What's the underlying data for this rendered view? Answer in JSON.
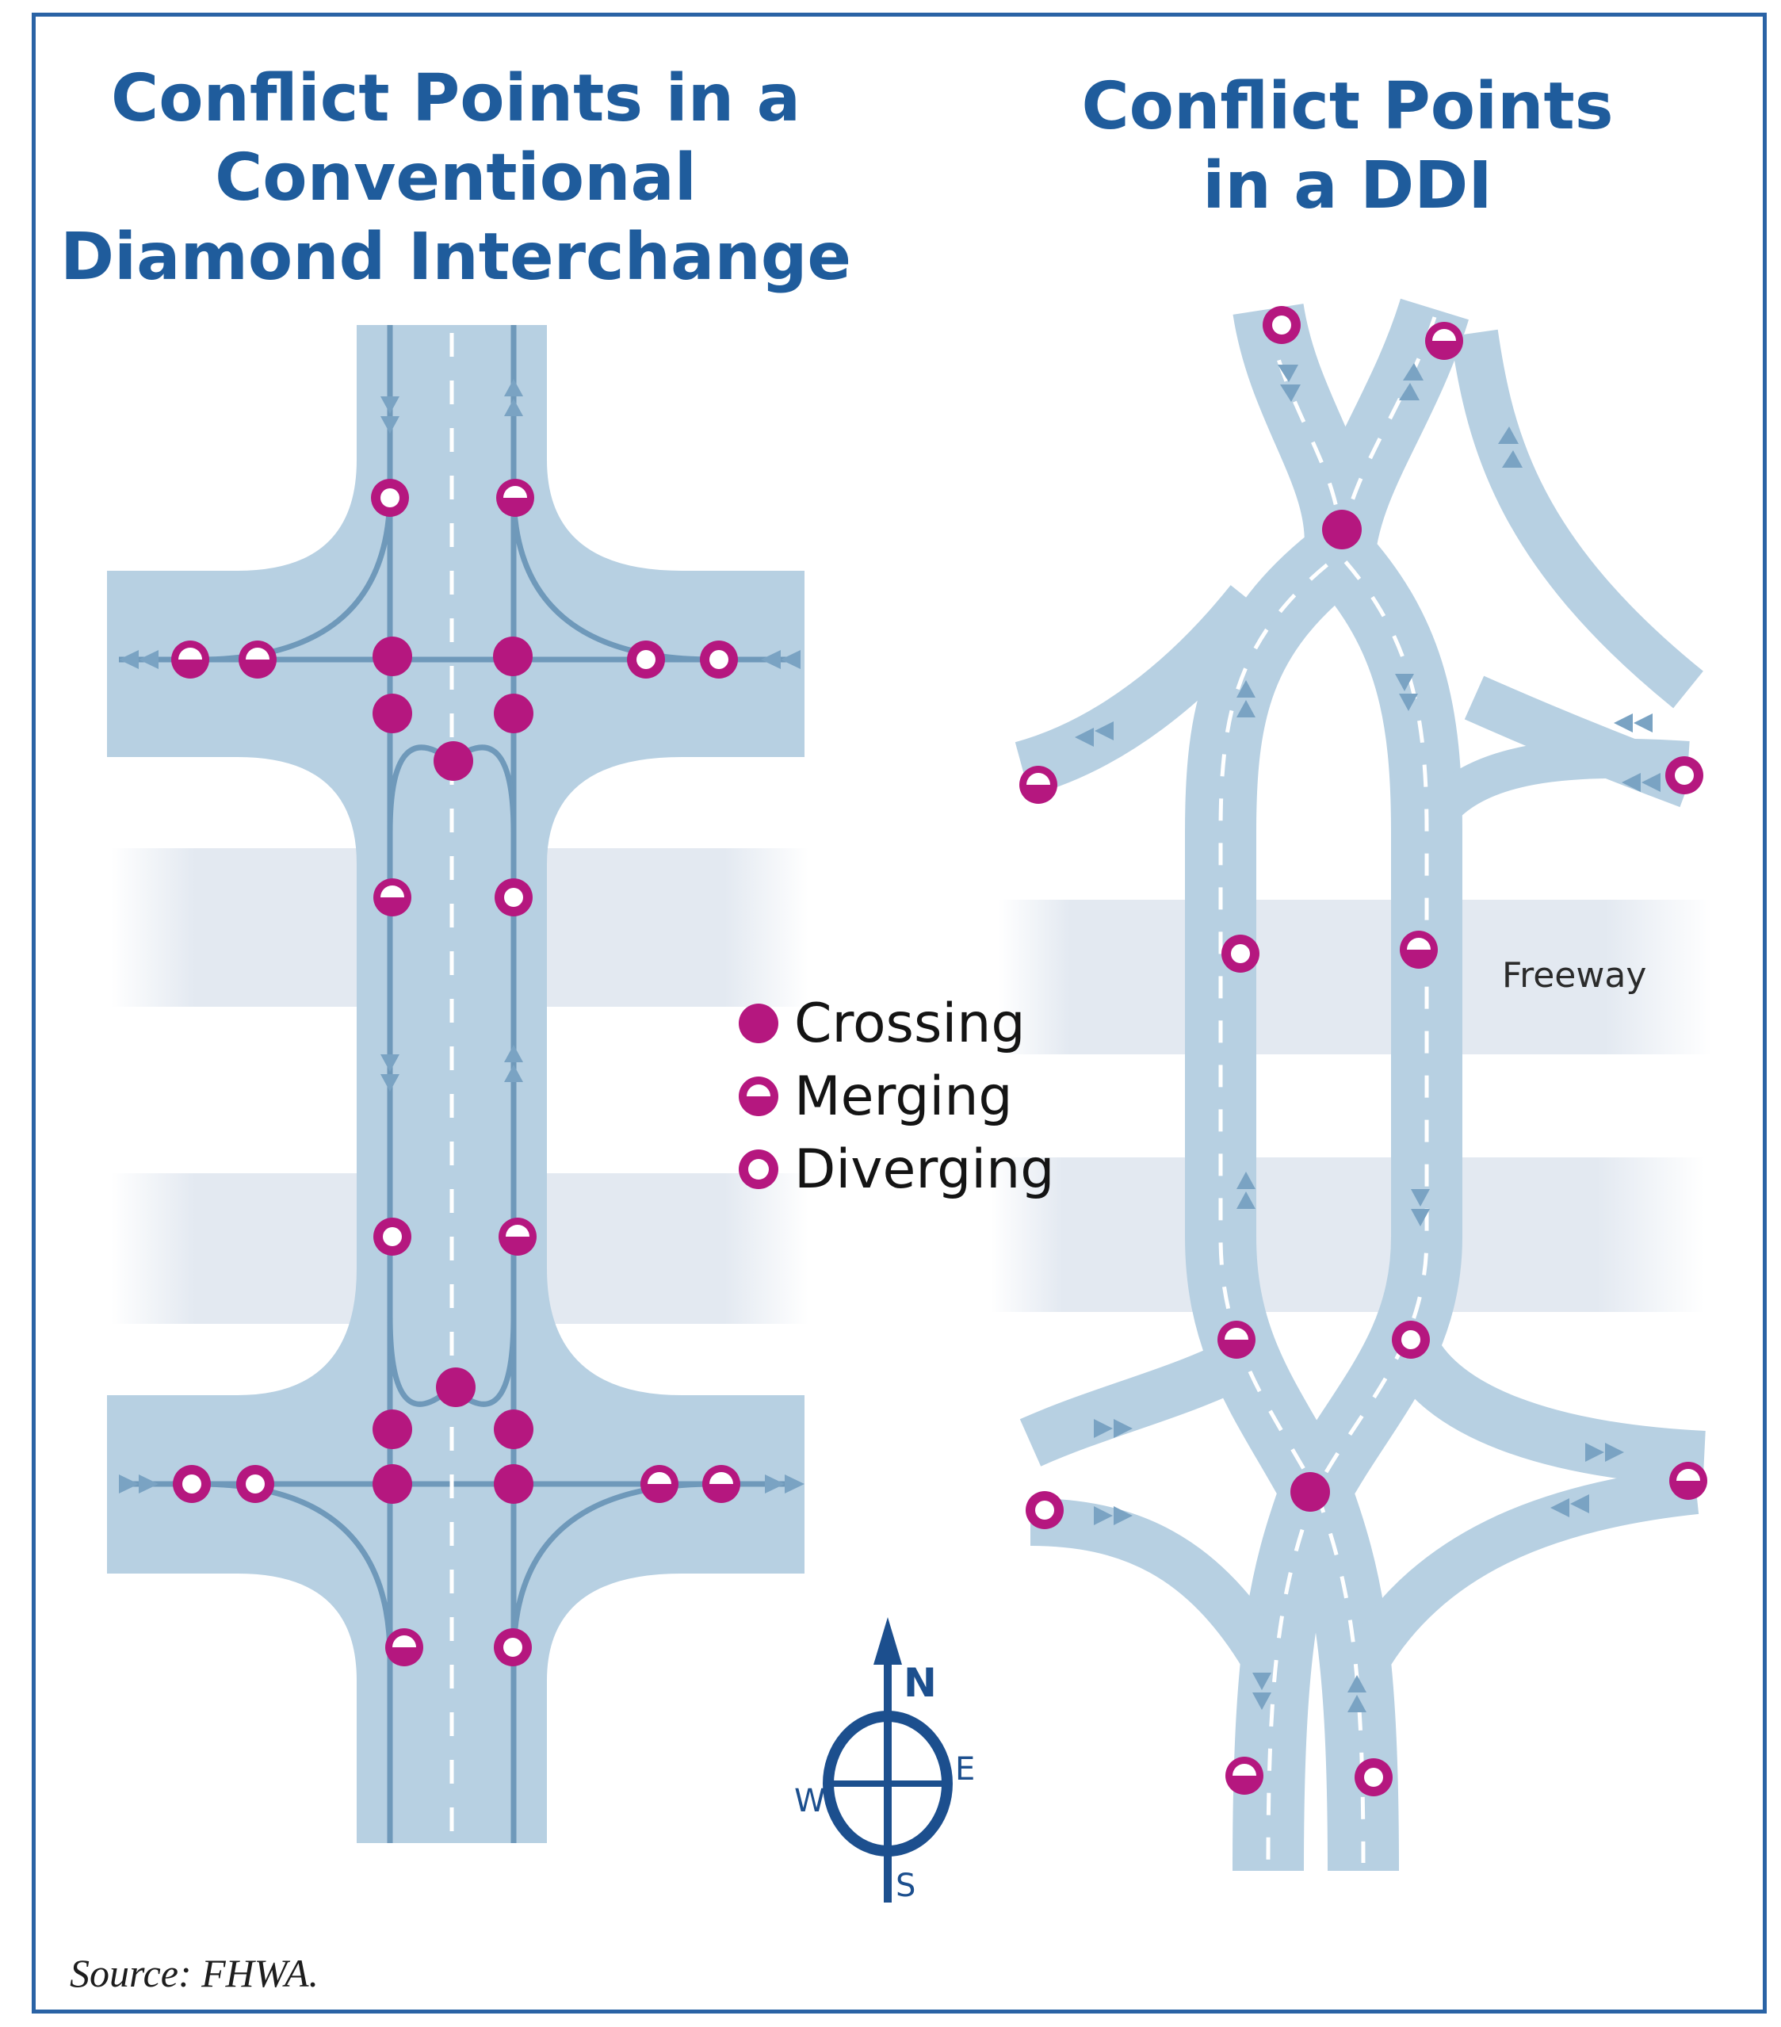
{
  "titles": {
    "left": [
      "Conflict Points in a",
      "Conventional",
      "Diamond Interchange"
    ],
    "right": [
      "Conflict Points",
      "in a DDI"
    ]
  },
  "legend": [
    {
      "label": "Crossing",
      "type": "crossing"
    },
    {
      "label": "Merging",
      "type": "merging"
    },
    {
      "label": "Diverging",
      "type": "diverging"
    }
  ],
  "freeway_label": "Freeway",
  "source": "Source: FHWA.",
  "compass": {
    "n": "N",
    "e": "E",
    "s": "S",
    "w": "W"
  },
  "colors": {
    "road": "#b7d0e2",
    "road_line": "#6f99ba",
    "freeway_band": "#e3e9f1",
    "conflict_point": "#b5177f",
    "title": "#1f5c9c",
    "frame": "#2a63a5"
  }
}
